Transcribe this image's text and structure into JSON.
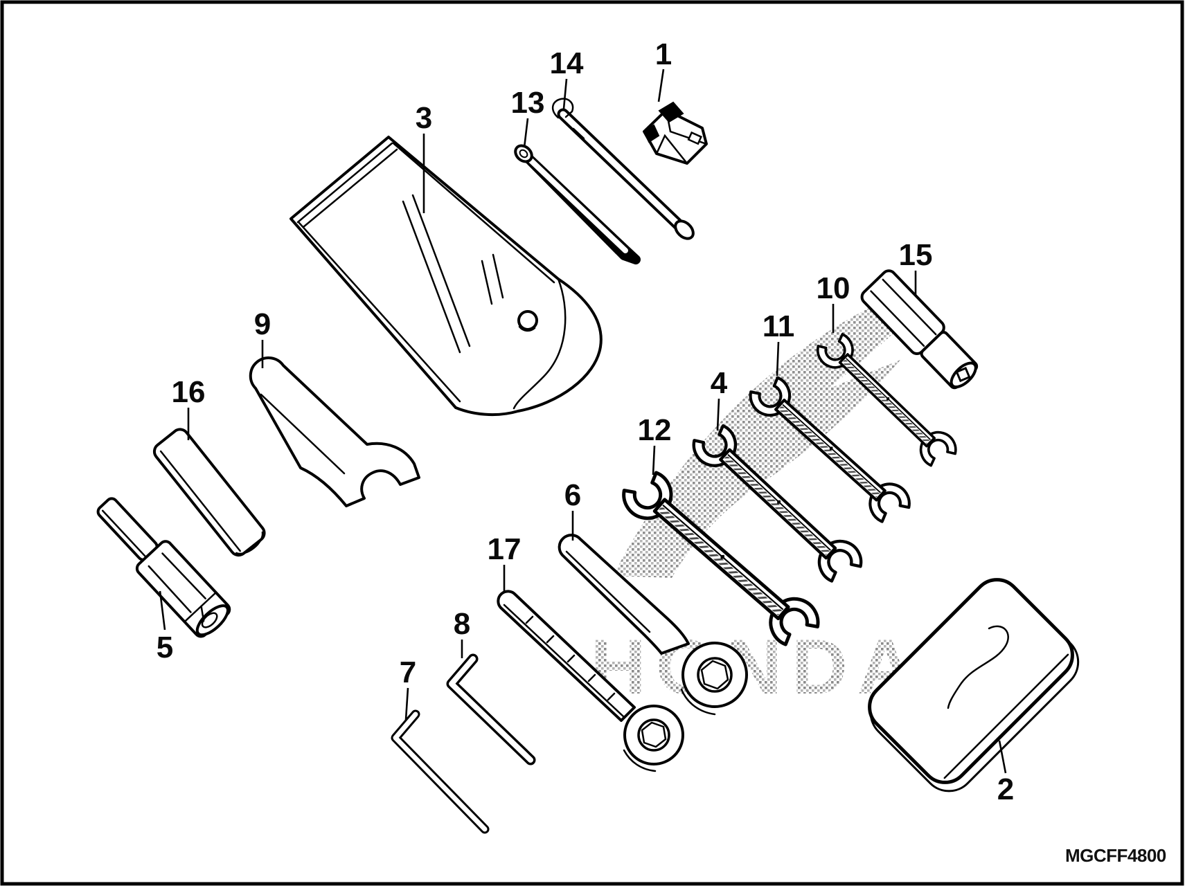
{
  "diagram": {
    "title_code": "MGCFF4800",
    "watermark_text": "HONDA",
    "background_color": "#ffffff",
    "line_color": "#000000",
    "halftone_colors": [
      "#8a8a8a",
      "#b3b3b3"
    ],
    "parts": [
      {
        "label": "1",
        "tool": "clip"
      },
      {
        "label": "2",
        "tool": "tool pouch"
      },
      {
        "label": "3",
        "tool": "tool bag"
      },
      {
        "label": "4",
        "tool": "open-end wrench"
      },
      {
        "label": "5",
        "tool": "spark plug wrench"
      },
      {
        "label": "6",
        "tool": "box wrench"
      },
      {
        "label": "7",
        "tool": "hex wrench small"
      },
      {
        "label": "8",
        "tool": "hex wrench"
      },
      {
        "label": "9",
        "tool": "pin spanner"
      },
      {
        "label": "10",
        "tool": "open-end wrench"
      },
      {
        "label": "11",
        "tool": "open-end wrench"
      },
      {
        "label": "12",
        "tool": "open-end wrench"
      },
      {
        "label": "13",
        "tool": "pin driver"
      },
      {
        "label": "14",
        "tool": "screwdriver"
      },
      {
        "label": "15",
        "tool": "plug socket"
      },
      {
        "label": "16",
        "tool": "tube handle"
      },
      {
        "label": "17",
        "tool": "ring wrench"
      }
    ]
  }
}
